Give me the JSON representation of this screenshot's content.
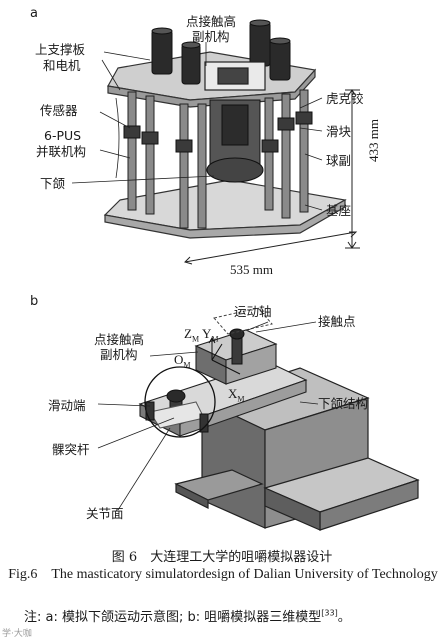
{
  "panel_a": {
    "label": "a",
    "labels": {
      "point_contact_1": "点接触高",
      "point_contact_2": "副机构",
      "upper_plate_1": "上支撑板",
      "upper_plate_2": "和电机",
      "hooke_joint": "虎克铰",
      "sensor": "传感器",
      "slider": "滑块",
      "pus_1": "6-PUS",
      "pus_2": "并联机构",
      "ball_joint": "球副",
      "mandible": "下颌",
      "base": "基座"
    },
    "dimensions": {
      "height": "433 mm",
      "width": "535 mm"
    }
  },
  "panel_b": {
    "label": "b",
    "labels": {
      "motion_axis": "运动轴",
      "contact_point": "接触点",
      "point_contact_1": "点接触高",
      "point_contact_2": "副机构",
      "zm": "Z",
      "ym": "Y",
      "om": "O",
      "xm": "X",
      "sub_m": "M",
      "sliding_end": "滑动端",
      "mandible_structure": "下颌结构",
      "pterygoid_rod": "髁突杆",
      "joint_surface": "关节面"
    }
  },
  "caption": {
    "cn": "图 6　大连理工大学的咀嚼模拟器设计",
    "en": "Fig.6　The masticatory simulatordesign of Dalian University of Technology",
    "note": "注: a: 模拟下颌运动示意图; b: 咀嚼模拟器三维模型",
    "note_ref": "[33]",
    "note_end": "。"
  },
  "watermark": "学·大咖"
}
